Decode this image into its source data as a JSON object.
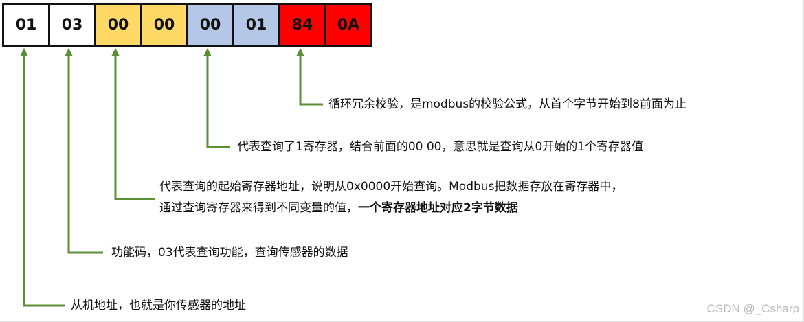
{
  "bytes": [
    {
      "value": "01",
      "color": "#ffffff"
    },
    {
      "value": "03",
      "color": "#ffffff"
    },
    {
      "value": "00",
      "color": "#ffd966"
    },
    {
      "value": "00",
      "color": "#ffd966"
    },
    {
      "value": "00",
      "color": "#b4c7e7"
    },
    {
      "value": "01",
      "color": "#b4c7e7"
    },
    {
      "value": "84",
      "color": "#ff0000"
    },
    {
      "value": "0A",
      "color": "#ff0000"
    }
  ],
  "arrow_color": "#5b8f35",
  "annotations": {
    "crc": "循环冗余校验，是modbus的校验公式，从首个字节开始到8前面为止",
    "count": "代表查询了1寄存器，结合前面的00 00，意思就是查询从0开始的1个寄存器值",
    "start_line1": "代表查询的起始寄存器地址，说明从0x0000开始查询。Modbus把数据存放在寄存器中，",
    "start_line2": "通过查询寄存器来得到不同变量的值，",
    "start_line2_bold": "一个寄存器地址对应2字节数据",
    "function": "功能码，03代表查询功能，查询传感器的数据",
    "slave": "从机地址，也就是你传感器的地址"
  },
  "watermark": "CSDN @_Csharp"
}
